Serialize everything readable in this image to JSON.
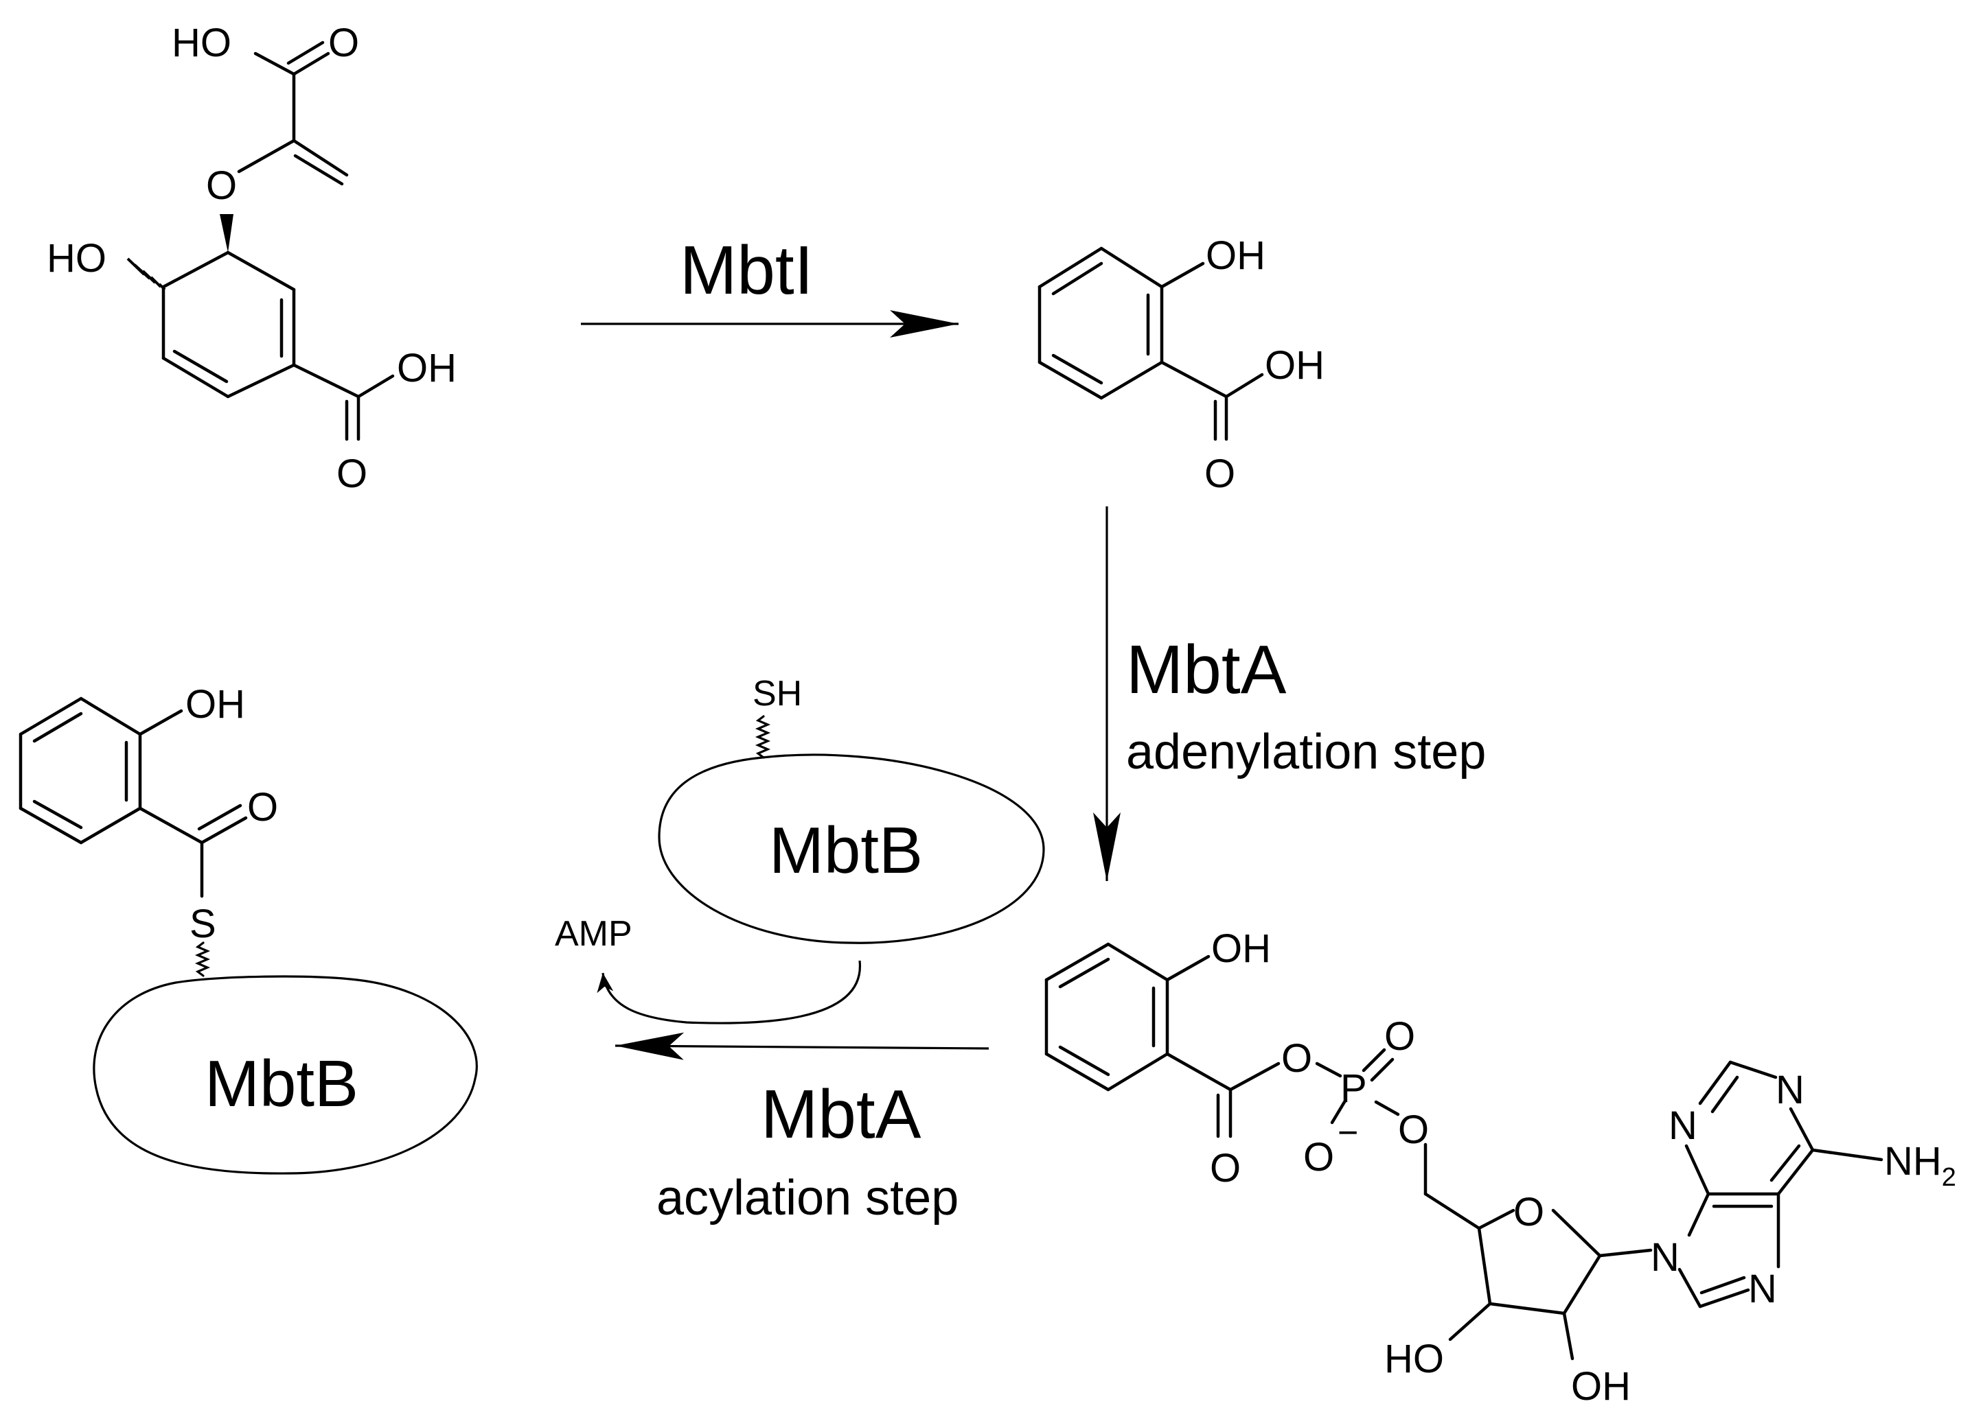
{
  "reaction_labels": {
    "mbti": "MbtI",
    "mbta_adenylation": "MbtA",
    "adenylation_step": "adenylation step",
    "mbta_acylation": "MbtA",
    "acylation_step": "acylation step",
    "amp": "AMP"
  },
  "proteins": {
    "carrier_free": "MbtB",
    "carrier_loaded": "MbtB"
  },
  "atom_labels": {
    "chorismate": {
      "top_ho": "HO",
      "top_o": "O",
      "ether_o": "O",
      "ring_ho": "HO",
      "acid_oh": "OH",
      "acid_o": "O"
    },
    "salicylate": {
      "oh": "OH",
      "acid_oh": "OH",
      "acid_o": "O"
    },
    "sal_amp": {
      "phenol_oh": "OH",
      "ester_o": "O",
      "carbonyl_o": "O",
      "p": "P",
      "p_o_top": "O",
      "p_o_minus": "O",
      "minus": "−",
      "p_o_chain": "O",
      "ring_o": "O",
      "n1": "N",
      "n3": "N",
      "n7": "N",
      "n9": "N",
      "nh2": "NH",
      "nh2_sub": "2",
      "ho_left": "HO",
      "oh_right": "OH"
    },
    "loaded_carrier": {
      "oh": "OH",
      "o": "O",
      "s": "S"
    },
    "free_carrier": {
      "sh": "SH"
    }
  }
}
